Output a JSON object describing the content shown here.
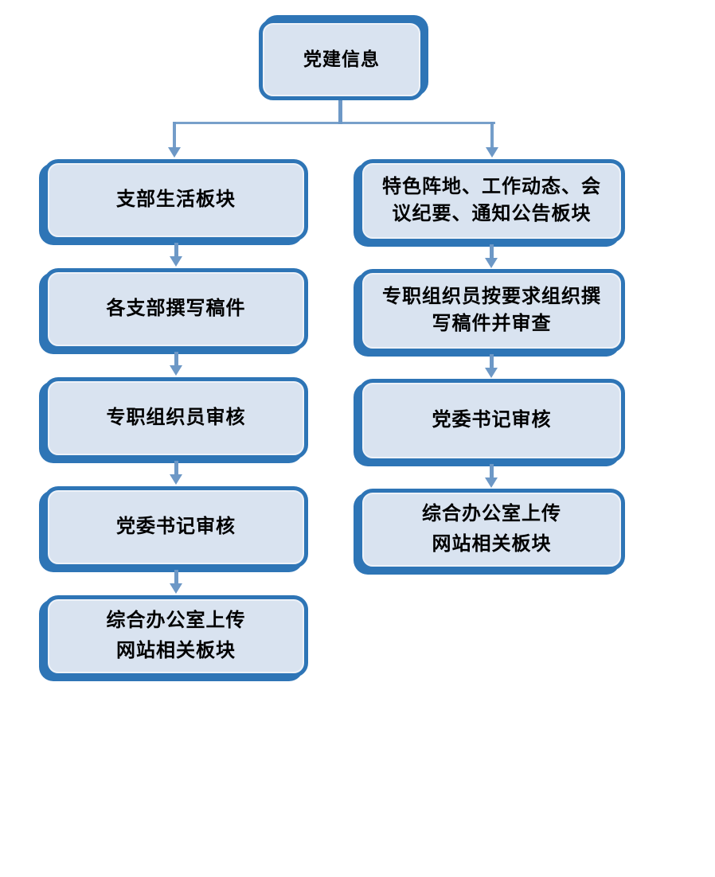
{
  "flowchart": {
    "root": {
      "label": "党建信息"
    },
    "branches": {
      "left": [
        "支部生活板块",
        "各支部撰写稿件",
        "专职组织员审核",
        "党委书记审核",
        "综合办公室上传\n网站相关板块"
      ],
      "right": [
        "特色阵地、工作动态、会\n议纪要、通知公告板块",
        "专职组织员按要求组织撰\n写稿件并审查",
        "党委书记审核",
        "综合办公室上传\n网站相关板块"
      ]
    },
    "colors": {
      "box_border": "#2E75B6",
      "box_fill": "#D9E3F0",
      "connector": "#6D98C6",
      "text": "#000000"
    }
  }
}
